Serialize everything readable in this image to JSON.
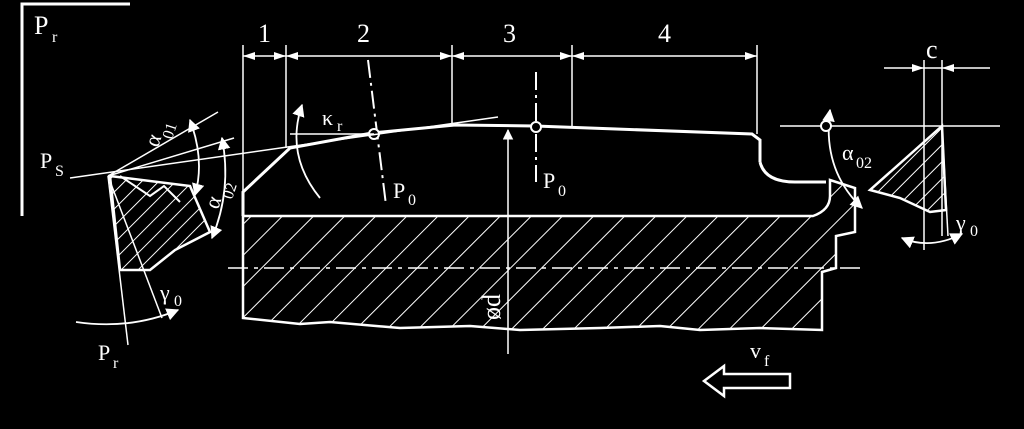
{
  "diagram": {
    "frame_label": {
      "main": "P",
      "sub": "r"
    },
    "segments": [
      "1",
      "2",
      "3",
      "4"
    ],
    "kappa_r": {
      "main": "κ",
      "sub": "r"
    },
    "plane_p0_left": {
      "main": "P",
      "sub": "0"
    },
    "plane_p0_center": {
      "main": "P",
      "sub": "0"
    },
    "plane_ps": {
      "main": "P",
      "sub": "S"
    },
    "plane_pr_bottom": {
      "main": "P",
      "sub": "r"
    },
    "alpha01": {
      "main": "α",
      "sub": "01"
    },
    "alpha02_left": {
      "main": "α",
      "sub": "02"
    },
    "gamma0_left": {
      "main": "γ",
      "sub": "0"
    },
    "diameter": "ød",
    "alpha02_right": {
      "main": "α",
      "sub": "02"
    },
    "gamma0_right": {
      "main": "γ",
      "sub": "0"
    },
    "clearance_c": "c",
    "feed": {
      "main": "v",
      "sub": "f"
    }
  }
}
